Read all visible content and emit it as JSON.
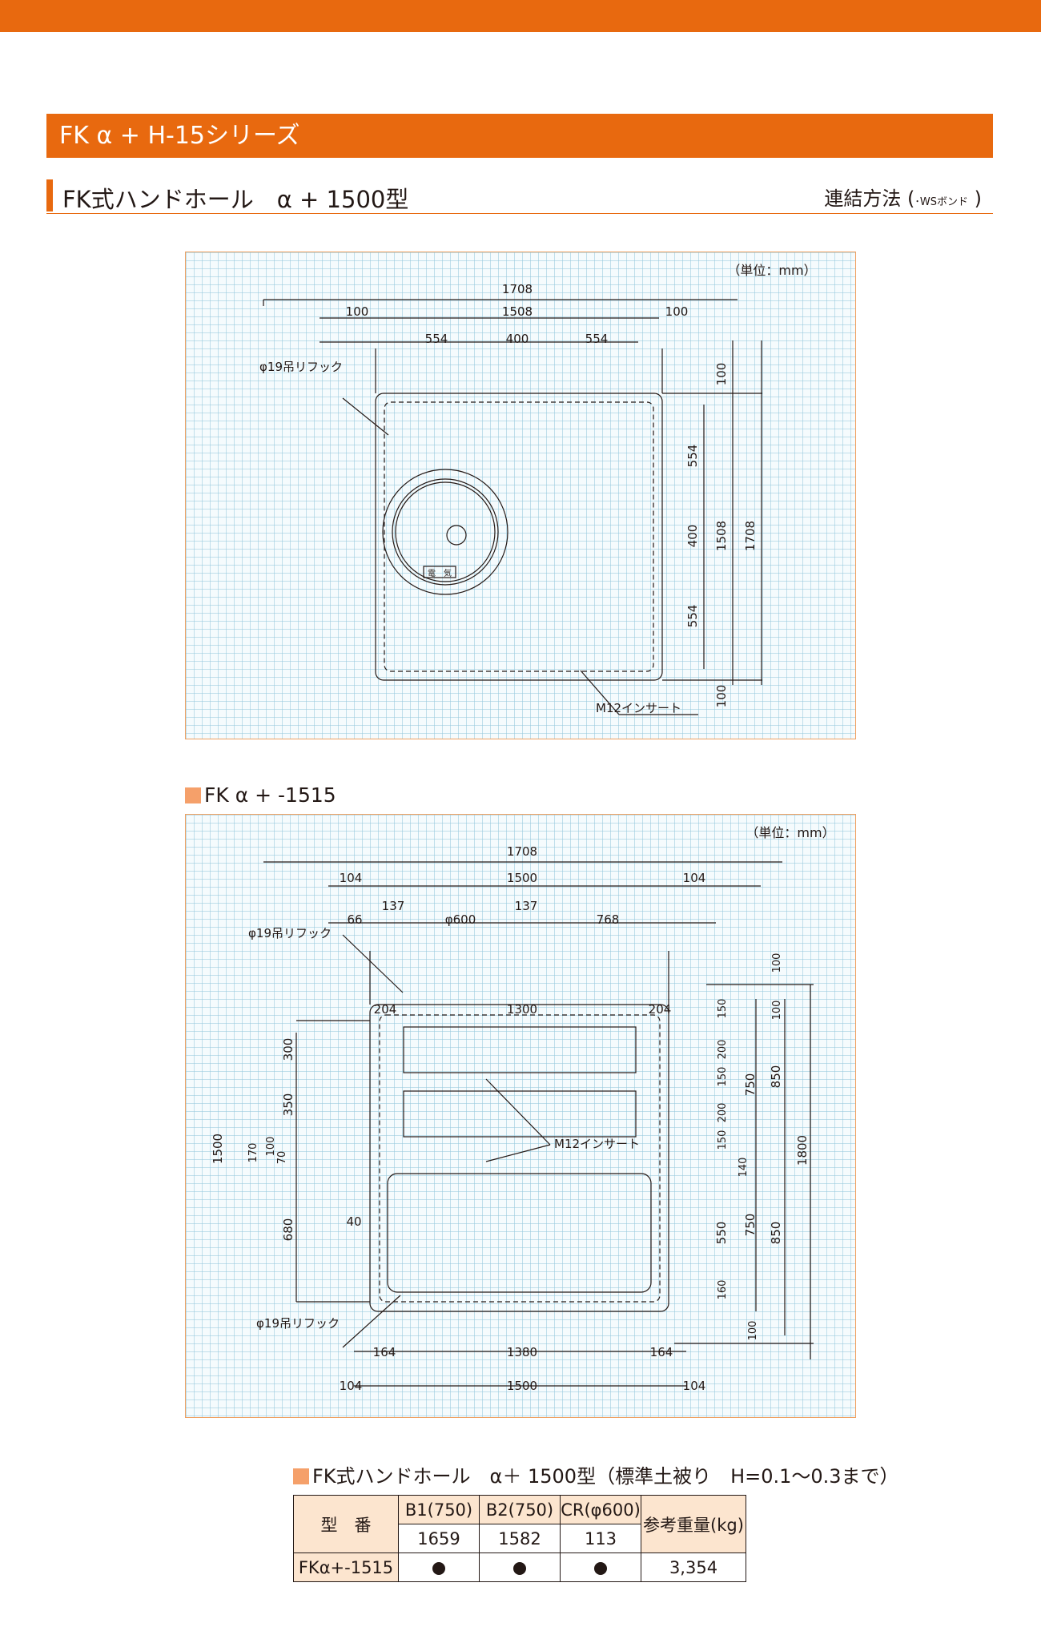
{
  "series_title": "FK α + H-15シリーズ",
  "section_title": "FK式ハンドホール　α + 1500型",
  "connection": {
    "label": "連結方法",
    "method": "･WSボンド"
  },
  "figure1": {
    "unit": "（単位：mm）",
    "dims_top": [
      "1708",
      "100",
      "1508",
      "100",
      "554",
      "400",
      "554"
    ],
    "dims_right": [
      "100",
      "554",
      "400",
      "554",
      "100",
      "1508",
      "1708"
    ],
    "hook_label": "φ19吊リフック",
    "insert_label": "M12インサート",
    "cover_text": "電　気"
  },
  "figure2": {
    "label": "FK α + -1515",
    "unit": "（単位：mm）",
    "dims_top": [
      "1708",
      "104",
      "1500",
      "104",
      "66",
      "137",
      "φ600",
      "137",
      "768",
      "204",
      "1300",
      "204"
    ],
    "dims_left": [
      "1500",
      "300",
      "350",
      "170",
      "100",
      "70",
      "680",
      "40"
    ],
    "dims_right": [
      "150",
      "200",
      "150",
      "200",
      "150",
      "140",
      "550",
      "160",
      "100",
      "100",
      "750",
      "750",
      "850",
      "850",
      "100",
      "1800"
    ],
    "dims_bottom": [
      "164",
      "1380",
      "164",
      "104",
      "1500",
      "104"
    ],
    "hook_label": "φ19吊リフック",
    "insert_label": "M12インサート"
  },
  "table": {
    "caption": "FK式ハンドホール　α＋ 1500型（標準土被り　H=0.1〜0.3まで）",
    "col_model": "型　番",
    "col_b1": "B1(750)",
    "col_b2": "B2(750)",
    "col_cr": "CR(φ600)",
    "col_weight": "参考重量(kg)",
    "qty_b1": "1659",
    "qty_b2": "1582",
    "qty_cr": "113",
    "row_model": "FKα+-1515",
    "row_weight": "3,354"
  }
}
